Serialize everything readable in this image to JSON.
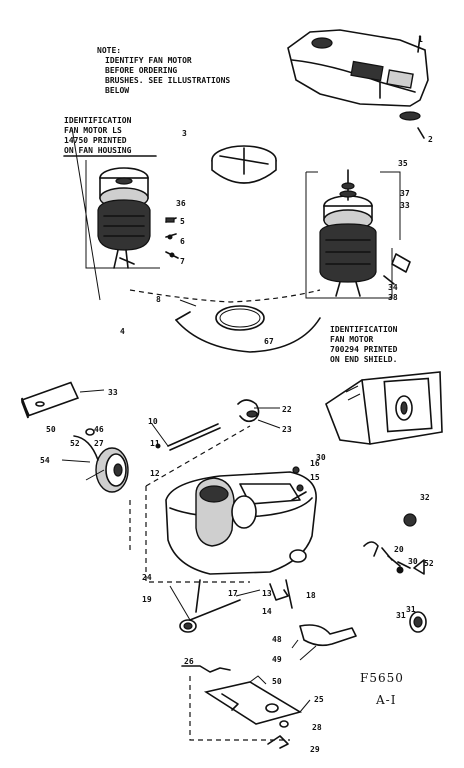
{
  "note": [
    "NOTE:",
    "IDENTIFY FAN MOTOR",
    "BEFORE ORDERING",
    "BRUSHES. SEE ILLUSTRATIONS",
    "BELOW"
  ],
  "id_left": [
    "IDENTIFICATION",
    "FAN MOTOR LS",
    "14750 PRINTED",
    "ON FAN HOUSING"
  ],
  "id_right": [
    "IDENTIFICATION",
    "FAN MOTOR",
    "700294 PRINTED",
    "ON END SHIELD."
  ],
  "figure_code": "F5650",
  "sheet": "A-I",
  "callouts": [
    "1",
    "2",
    "3",
    "35",
    "37",
    "33",
    "36",
    "5",
    "6",
    "7",
    "34",
    "38",
    "8",
    "4",
    "67",
    "33",
    "22",
    "23",
    "10",
    "50",
    "46",
    "52",
    "27",
    "54",
    "11",
    "12",
    "30",
    "32",
    "16",
    "15",
    "20",
    "31",
    "30",
    "52",
    "24",
    "19",
    "17",
    "13",
    "18",
    "14",
    "48",
    "49",
    "50",
    "31",
    "26",
    "25",
    "28",
    "29"
  ]
}
